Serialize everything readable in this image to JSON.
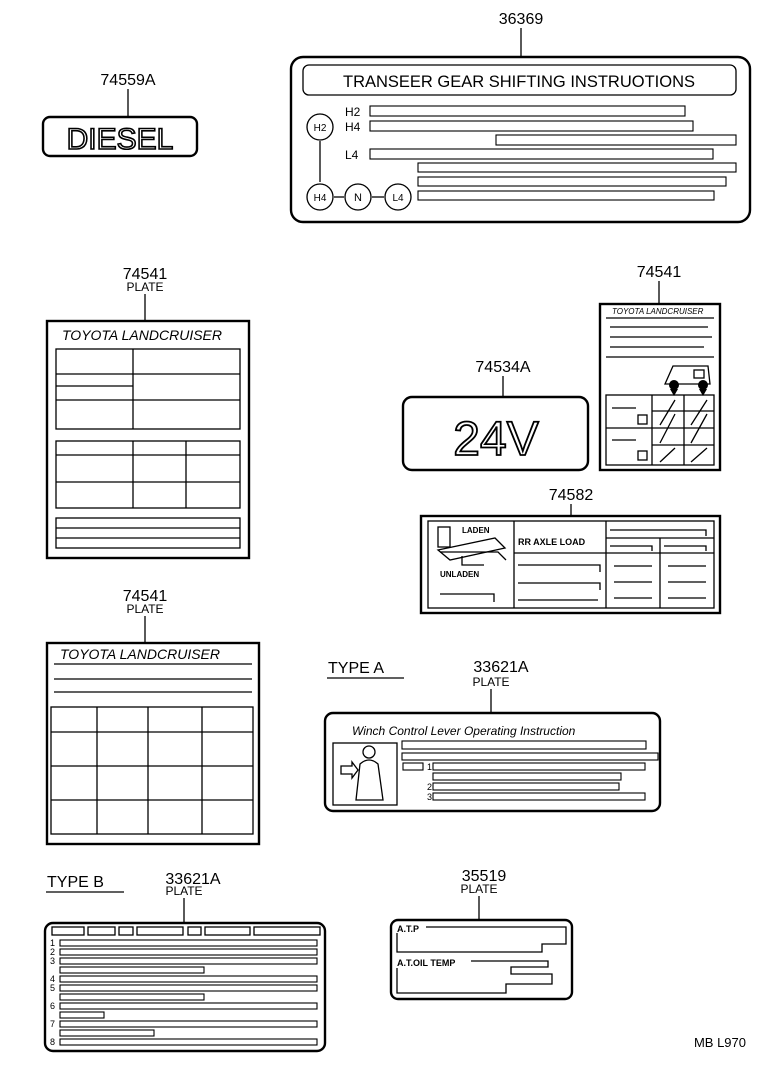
{
  "parts": {
    "p36369": {
      "number": "36369"
    },
    "p74559A": {
      "number": "74559A"
    },
    "p74541_plate1": {
      "number": "74541",
      "tag": "PLATE"
    },
    "p74541_small": {
      "number": "74541"
    },
    "p74534A": {
      "number": "74534A"
    },
    "p74582": {
      "number": "74582"
    },
    "p74541_plate2": {
      "number": "74541",
      "tag": "PLATE"
    },
    "p33621A_a": {
      "number": "33621A",
      "tag": "PLATE"
    },
    "p33621A_b": {
      "number": "33621A",
      "tag": "PLATE"
    },
    "p35519": {
      "number": "35519",
      "tag": "PLATE"
    }
  },
  "labels": {
    "transfer_title": "TRANSEER GEAR SHIFTING INSTRUOTIONS",
    "h2": "H2",
    "h4": "H4",
    "l4": "L4",
    "knob_h2": "H2",
    "knob_h4": "H4",
    "knob_n": "N",
    "knob_l4": "L4",
    "diesel": "DIESEL",
    "voltage": "24V",
    "landcruiser_1": "TOYOTA LANDCRUISER",
    "landcruiser_2": "TOYOTA LANDCRUISER",
    "landcruiser_small": "TOYOTA LANDCRUISER",
    "laden": "LADEN",
    "unladen": "UNLADEN",
    "rr_axle": "RR AXLE LOAD",
    "type_a": "TYPE A",
    "type_b": "TYPE B",
    "winch_title": "Winch Control Lever Operating Instruction",
    "atp": "A.T.P",
    "at_oil": "A.T.OIL TEMP",
    "footer": "MB L970"
  },
  "colors": {
    "ink": "#000000",
    "paper": "#ffffff"
  }
}
